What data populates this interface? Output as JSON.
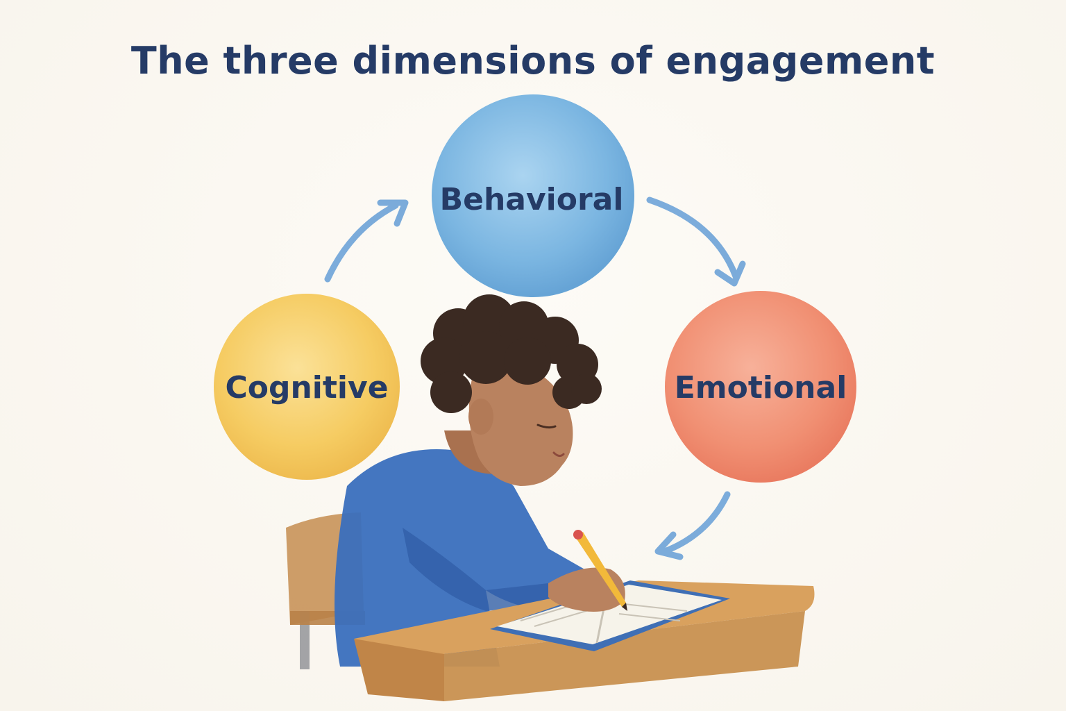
{
  "title": "The three dimensions of engagement",
  "nodes": [
    {
      "id": "behavioral",
      "label": "Behavioral",
      "color": "#74b2e0"
    },
    {
      "id": "emotional",
      "label": "Emotional",
      "color": "#f08a6c"
    },
    {
      "id": "cognitive",
      "label": "Cognitive",
      "color": "#f5c95a"
    }
  ],
  "arrows": [
    {
      "from": "cognitive",
      "to": "behavioral"
    },
    {
      "from": "behavioral",
      "to": "emotional"
    },
    {
      "from": "emotional",
      "to": "student"
    }
  ],
  "illustration": {
    "subject": "student-writing-at-desk",
    "colors": {
      "sweater": "#3a6fbd",
      "hair": "#3b2a22",
      "skin": "#b9825f",
      "desk": "#d9a15e",
      "chair": "#c89259",
      "notebook-cover": "#3f6fb5",
      "pencil": "#f2b93a",
      "arrow": "#6ea3d8"
    }
  }
}
